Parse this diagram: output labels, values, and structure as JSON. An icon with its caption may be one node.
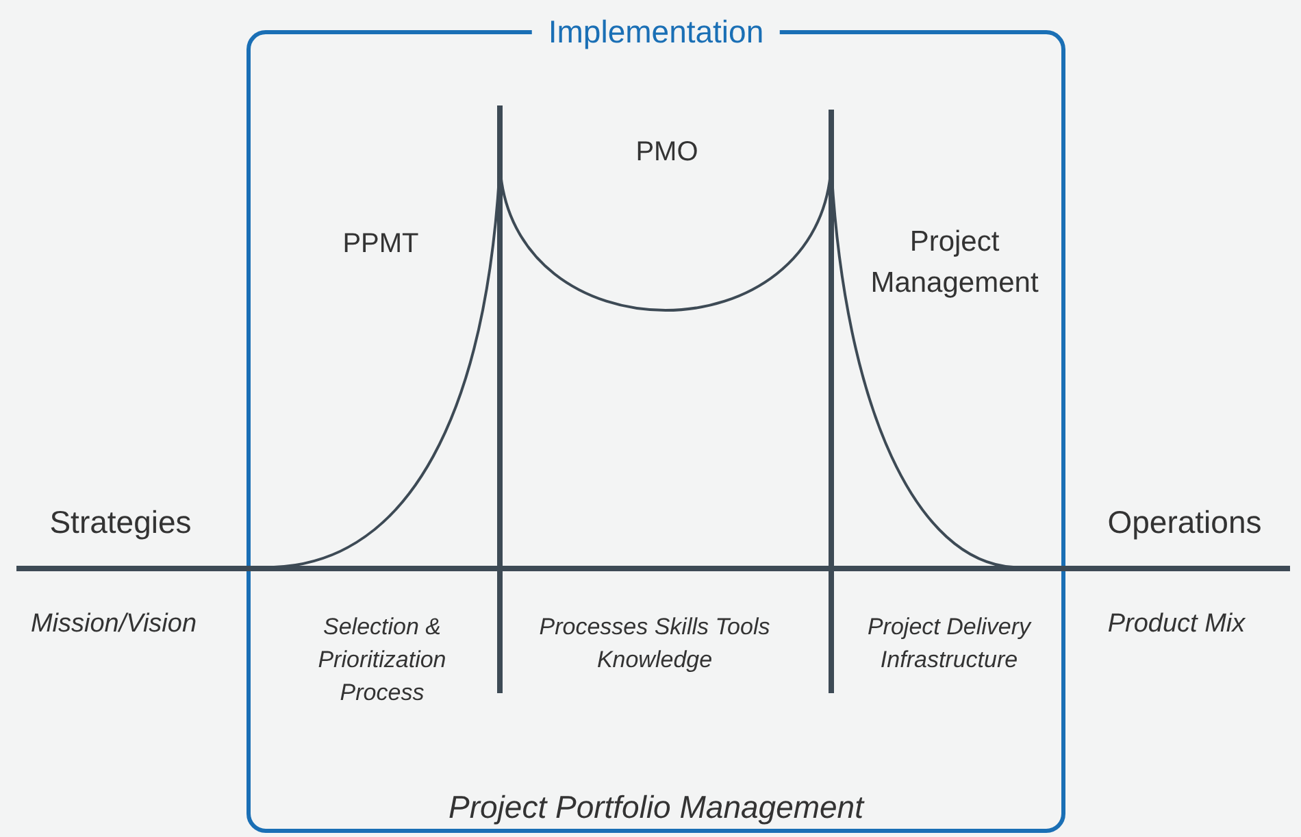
{
  "diagram": {
    "nodes": [
      {
        "text": [
          "Implementation",
          "Project Portfolio Management"
        ]
      }
    ],
    "labels": [
      "PMO",
      "PPMT",
      "Project Management",
      "Strategies",
      "Operations",
      "Mission/Vision",
      "Selection & Prioritization Process",
      "Processes Skills Tools Knowledge",
      "Project Delivery Infrastructure",
      "Product Mix"
    ]
  }
}
